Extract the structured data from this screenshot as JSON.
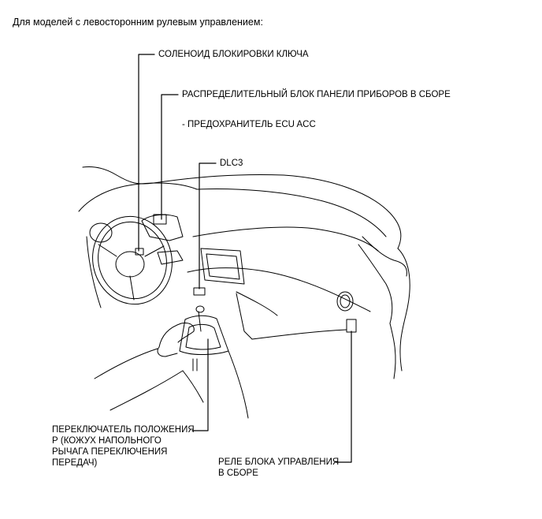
{
  "title": "Для моделей с левосторонним рулевым управлением:",
  "labels": {
    "key_solenoid": "СОЛЕНОИД БЛОКИРОВКИ КЛЮЧА",
    "junction_block": "РАСПРЕДЕЛИТЕЛЬНЫЙ БЛОК ПАНЕЛИ ПРИБОРОВ В СБОРЕ",
    "fuse_ecu_acc": "- ПРЕДОХРАНИТЕЛЬ ECU ACC",
    "dlc3": "DLC3",
    "shift_switch": "ПЕРЕКЛЮЧАТЕЛЬ ПОЛОЖЕНИЯ\nР (КОЖУХ НАПОЛЬНОГО\nРЫЧАГА ПЕРЕКЛЮЧЕНИЯ\nПЕРЕДАЧ)",
    "control_relay": "РЕЛЕ БЛОКА УПРАВЛЕНИЯ\nВ СБОРЕ"
  }
}
